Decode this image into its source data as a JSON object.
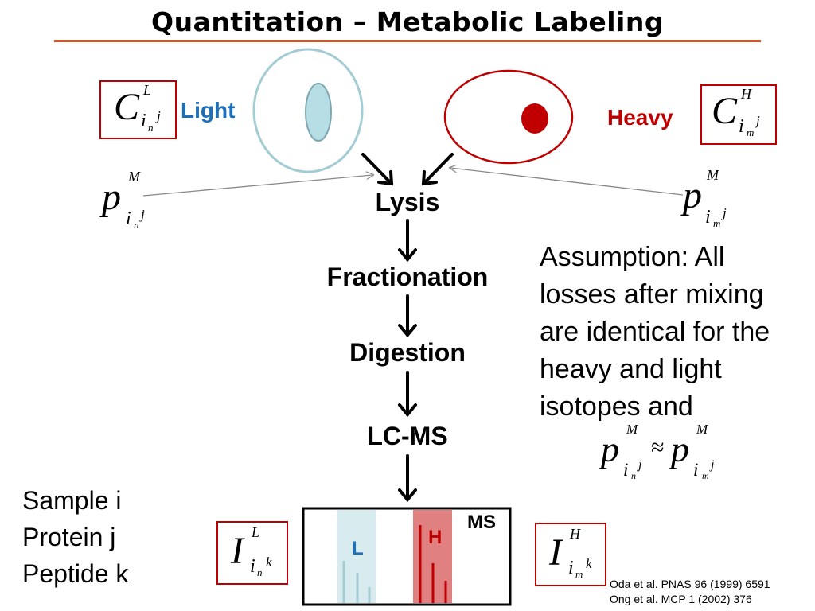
{
  "title": "Quantitation – Metabolic Labeling",
  "colors": {
    "title_rule": "#d9542b",
    "light_cell": "#a3ccd4",
    "light_nucleus": "#b6dee4",
    "heavy_cell": "#c00000",
    "heavy_nucleus": "#c00000",
    "light_text": "#1d6fba",
    "heavy_text": "#c00000",
    "box_border": "#c00000",
    "ms_light_band": "#d8ecef",
    "ms_heavy_band": "#e08080"
  },
  "light": {
    "label": "Light",
    "conc": {
      "base": "C",
      "sup": "L",
      "sub1": "i",
      "sub2": "n",
      "sub3": "j"
    },
    "prob": {
      "base": "p",
      "sup": "M",
      "sub1": "i",
      "sub2": "n",
      "sub3": "j"
    },
    "intensity": {
      "base": "I",
      "sup": "L",
      "sub1": "i",
      "sub2": "n",
      "sub3": "k"
    }
  },
  "heavy": {
    "label": "Heavy",
    "conc": {
      "base": "C",
      "sup": "H",
      "sub1": "i",
      "sub2": "m",
      "sub3": "j"
    },
    "prob": {
      "base": "p",
      "sup": "M",
      "sub1": "i",
      "sub2": "m",
      "sub3": "j"
    },
    "intensity": {
      "base": "I",
      "sup": "H",
      "sub1": "i",
      "sub2": "m",
      "sub3": "k"
    }
  },
  "steps": [
    "Lysis",
    "Fractionation",
    "Digestion",
    "LC-MS"
  ],
  "assumption": {
    "lines": [
      "Assumption: All",
      "losses after mixing",
      "are identical for the",
      "heavy and light",
      "isotopes and"
    ],
    "approx": "≈"
  },
  "ms": {
    "label": "MS",
    "light_band": "L",
    "heavy_band": "H"
  },
  "sample_labels": [
    "Sample i",
    "Protein j",
    "Peptide k"
  ],
  "references": [
    "Oda et al. PNAS 96 (1999) 6591",
    "Ong et al. MCP 1 (2002) 376"
  ]
}
